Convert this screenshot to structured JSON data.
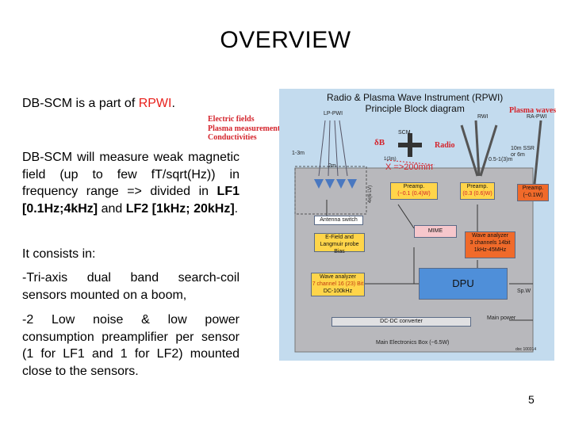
{
  "slide": {
    "title": "OVERVIEW",
    "intro_prefix": "DB-SCM is a part of ",
    "intro_accent": "RPWI",
    "intro_suffix": ".",
    "para1": {
      "prefix": "DB-SCM will measure weak magnetic field (up to few fT/sqrt(Hz)) in frequency range => divided in ",
      "lf1_band": "LF1 [0.1Hz;4kHz]",
      "middle": " and ",
      "lf2_band": "LF2 [1kHz; 20kHz]",
      "suffix": "."
    },
    "para2": "It consists in:",
    "para3": "-Tri-axis dual band search-coil sensors mounted on a boom,",
    "para4": "-2 Low noise & low power consumption preamplifier per sensor (1 for LF1 and 1 for LF2) mounted close to the sensors.",
    "page_number": "5",
    "accent_color": "#e8201c"
  },
  "side_labels": [
    "Electric fields",
    "Plasma measurements",
    "Conductivities"
  ],
  "diagram": {
    "title_line1": "Radio & Plasma Wave Instrument (RPWI)",
    "title_line2": "Principle Block diagram",
    "plasma_waves": "Plasma waves",
    "lp_pwi": "LP-PWI",
    "scm": "SCM",
    "rwi": "RWI",
    "ra_pwi": "RA-PWI",
    "delta_b": "δB",
    "radio": "Radio",
    "x_annotation": "X   =>200mm",
    "length_1_3m": "1-3m",
    "length_2m": "2m",
    "length_10m": "10m SSR\nor 6m",
    "length_05_1": "0.5-1(3)m",
    "hm_label": "1(3m)",
    "bias_vertical": "4x(6 LV)",
    "preamp_scm": "Preamp.",
    "preamp_scm_power": "(~0.1 (0.4)W)",
    "preamp_rwi": "Preamp.",
    "preamp_rwi_power": "(0.3 (0.6)W)",
    "preamp_ra": "Preamp.",
    "preamp_ra_power": "(~0.1W)",
    "antenna_switch": "Antenna switch",
    "mime": "MIME",
    "efield_line1": "E-Field and",
    "efield_line2": "Langmuir probe Bias",
    "wave_hf_line1": "Wave analyzer",
    "wave_hf_line2": "3 channels 14bit",
    "wave_hf_line3": "1kHz-45MHz",
    "wave_lf_line1": "Wave analyzer",
    "wave_lf_line2": "7 channel 16 (23) Bit",
    "wave_lf_line3": "DC-100kHz",
    "dpu": "DPU",
    "sp_w": "Sp.W",
    "dcdc": "DC-DC converter",
    "main_power": "Main power",
    "meb": "Main Electronics Box (~6.5W)",
    "credit": "doc 100314"
  }
}
